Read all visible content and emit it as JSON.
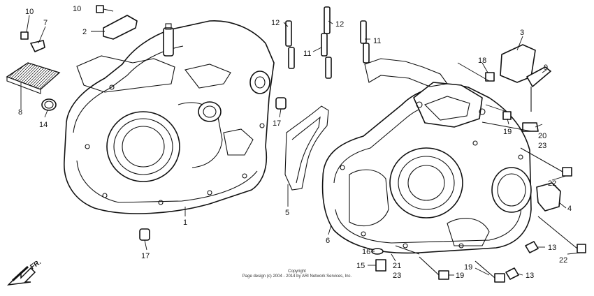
{
  "callouts": [
    {
      "id": "c10a",
      "label": "10"
    },
    {
      "id": "c10b",
      "label": "10"
    },
    {
      "id": "c7",
      "label": "7"
    },
    {
      "id": "c2",
      "label": "2"
    },
    {
      "id": "c8",
      "label": "8"
    },
    {
      "id": "c14",
      "label": "14"
    },
    {
      "id": "c1",
      "label": "1"
    },
    {
      "id": "c17a",
      "label": "17"
    },
    {
      "id": "c17b",
      "label": "17"
    },
    {
      "id": "c12a",
      "label": "12"
    },
    {
      "id": "c12b",
      "label": "12"
    },
    {
      "id": "c11a",
      "label": "11"
    },
    {
      "id": "c11b",
      "label": "11"
    },
    {
      "id": "c5",
      "label": "5"
    },
    {
      "id": "c6",
      "label": "6"
    },
    {
      "id": "c3",
      "label": "3"
    },
    {
      "id": "c18",
      "label": "18"
    },
    {
      "id": "c9",
      "label": "9"
    },
    {
      "id": "c19a",
      "label": "19"
    },
    {
      "id": "c20",
      "label": "20"
    },
    {
      "id": "c23a",
      "label": "23"
    },
    {
      "id": "c22a",
      "label": "22"
    },
    {
      "id": "c4",
      "label": "4"
    },
    {
      "id": "c13a",
      "label": "13"
    },
    {
      "id": "c22b",
      "label": "22"
    },
    {
      "id": "c16",
      "label": "16"
    },
    {
      "id": "c21",
      "label": "21"
    },
    {
      "id": "c15",
      "label": "15"
    },
    {
      "id": "c23b",
      "label": "23"
    },
    {
      "id": "c19b",
      "label": "19"
    },
    {
      "id": "c19c",
      "label": "19"
    },
    {
      "id": "c13b",
      "label": "13"
    }
  ],
  "direction_label": "FR.",
  "copyright": {
    "line1": "Copyright",
    "line2": "Page design (c) 2004 - 2014 by ARI Network Services, Inc."
  }
}
